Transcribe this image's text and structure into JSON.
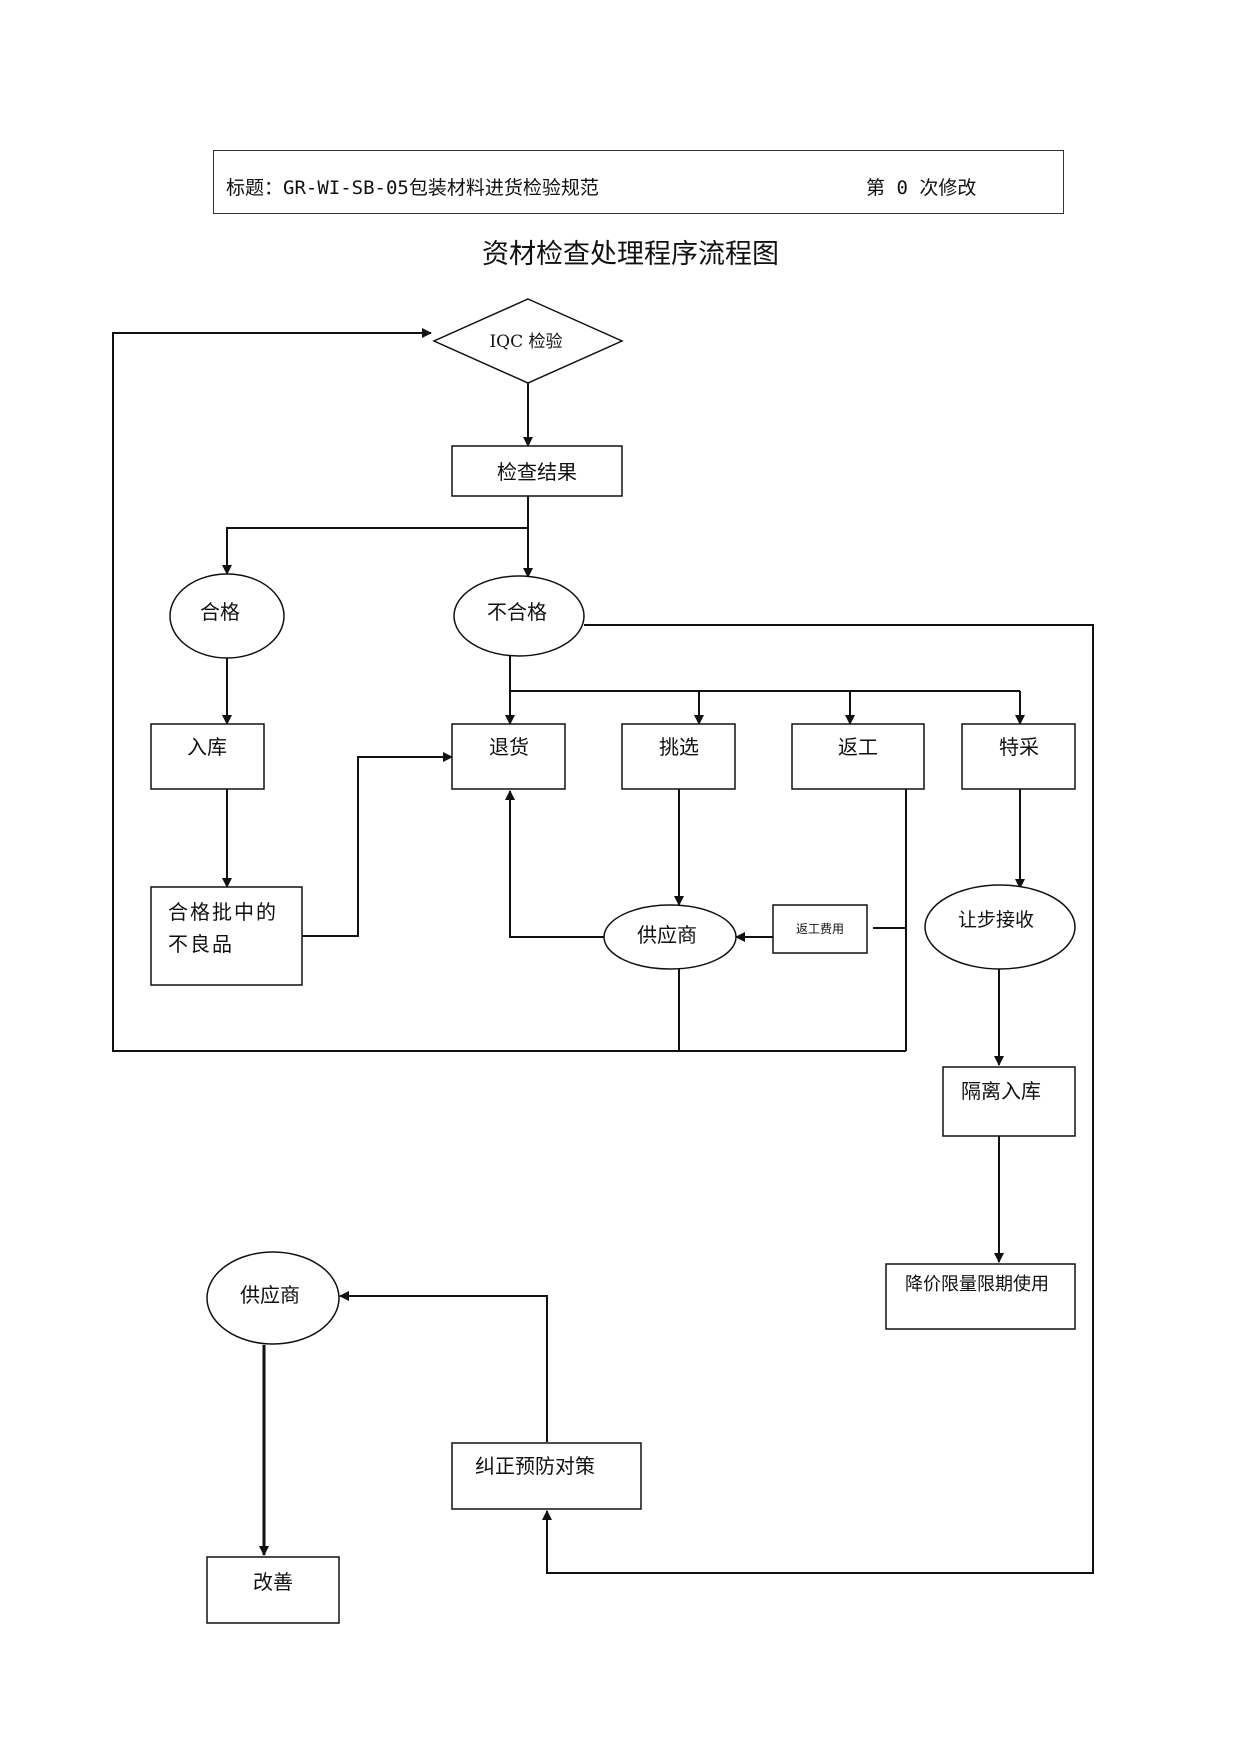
{
  "header": {
    "title": "标题：GR-WI-SB-05包装材料进货检验规范",
    "revision": "第 0 次修改"
  },
  "diagram_title": "资材检查处理程序流程图",
  "nodes": {
    "iqc": "IQC 检验",
    "result": "检查结果",
    "pass": "合格",
    "fail": "不合格",
    "store": "入库",
    "defect_line1": "合格批中的",
    "defect_line2": "不良品",
    "return": "退货",
    "pick": "挑选",
    "rework": "返工",
    "special": "特采",
    "supplier": "供应商",
    "rework_cost": "返工费用",
    "concession": "让步接收",
    "isolate": "隔离入库",
    "downgrade": "降价限量限期使用",
    "supplier2": "供应商",
    "corrective": "纠正预防对策",
    "improve": "改善"
  }
}
